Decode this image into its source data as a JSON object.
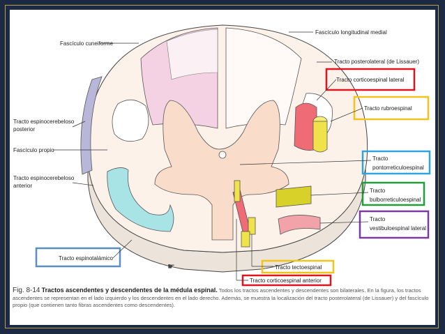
{
  "labels": {
    "fasciculo_cuneiforme": "Fascículo cuneiforme",
    "fasciculo_longitudinal_medial": "Fascículo longitudinal medial",
    "tracto_posterolateral": "Tracto posterolateral (de Lissauer)",
    "tracto_corticoespinal_lateral": "Tracto corticoespinal lateral",
    "tracto_rubroespinal": "Tracto rubroespinal",
    "tracto_espinocerebeloso_posterior_1": "Tracto espinocerebeloso",
    "tracto_espinocerebeloso_posterior_2": "posterior",
    "fasciculo_propio": "Fascículo propio",
    "tracto_espinocerebeloso_anterior_1": "Tracto espinocerebeloso",
    "tracto_espinocerebeloso_anterior_2": "anterior",
    "tracto_pontorreticuloespinal_1": "Tracto",
    "tracto_pontorreticuloespinal_2": "pontorreticuloespinal",
    "tracto_bulborreticuloespinal_1": "Tracto",
    "tracto_bulborreticuloespinal_2": "bulborreticuloespinal",
    "tracto_vestibuloespinal_1": "Tracto",
    "tracto_vestibuloespinal_2": "vestibuloespinal lateral",
    "tracto_espinotalamico": "Tracto espinotalámico",
    "tracto_tectoespinal": "Tracto tectoespinal",
    "tracto_corticoespinal_anterior": "Tracto corticoespinal anterior"
  },
  "caption": {
    "figure_number": "Fig. 8-14",
    "title": "Tractos ascendentes y descendentes de la médula espinal.",
    "text": "Todos los tractos ascendentes y descendentes son bilaterales. En la figura, los tractos ascendentes se representan en el lado izquierdo y los descendentes en el lado derecho. Además, se muestra la localización del tracto posterolateral (de Lissauer) y del fascículo propio (que contienen tanto fibras ascendentes como descendentes)."
  },
  "highlight_colors": {
    "red": "#e0141e",
    "yellow": "#f2c31b",
    "blue": "#2aa7d8",
    "green": "#1f9e3a",
    "purple": "#7a3aa0",
    "steel_blue": "#5b8fbf"
  },
  "tract_colors": {
    "cuneiforme": "#f4d2e3",
    "white_matter": "#fdf2ea",
    "gray_matter": "#f9dcc9",
    "corticoespinal": "#ef6b76",
    "rubroespinal": "#efe24a",
    "bulborreticuloespinal": "#d8d12a",
    "vestibuloespinal": "#f1a3a9",
    "espinotalamico": "#a8e3e6",
    "espinocerebeloso_posterior": "#b8b6d9"
  }
}
